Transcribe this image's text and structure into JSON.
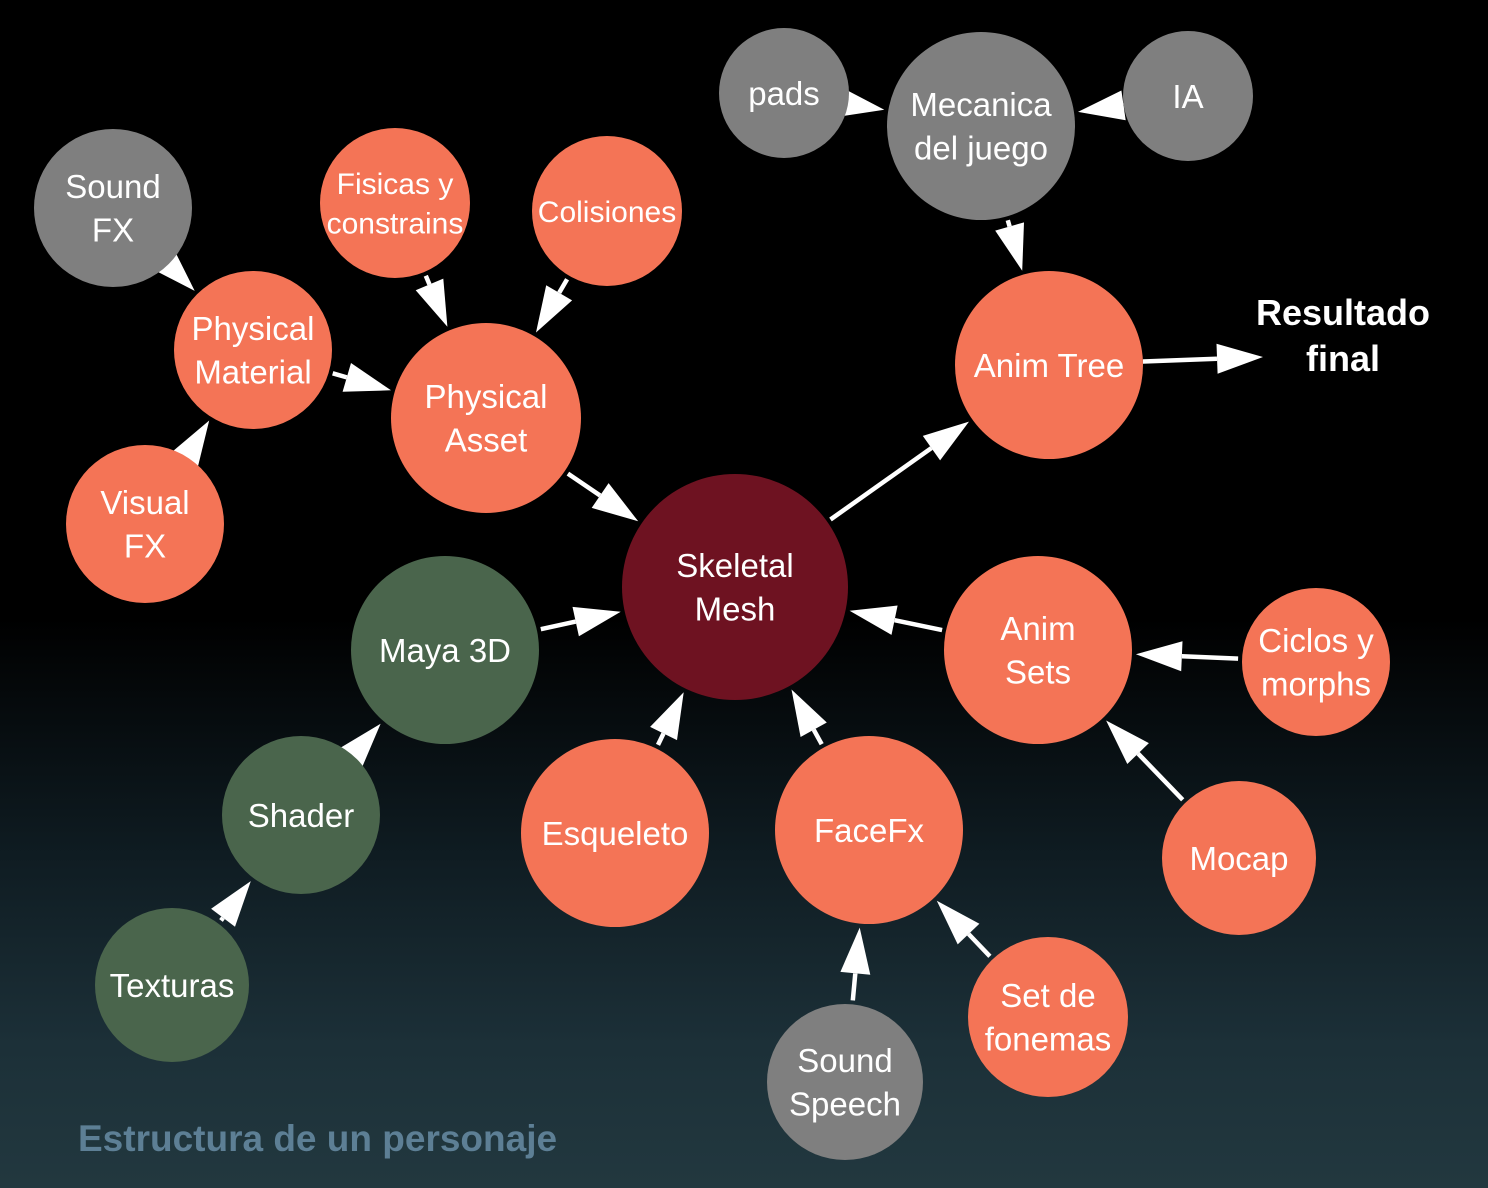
{
  "caption": "Estructura de un personaje",
  "colors": {
    "core": "#6e1221",
    "orange": "#f47456",
    "gray": "#7f7f7f",
    "green": "#4a654c",
    "arrow": "#ffffff",
    "caption": "#5d7f95"
  },
  "nodes": [
    {
      "id": "skeletal-mesh",
      "lines": [
        "Skeletal",
        "Mesh"
      ],
      "group": "core"
    },
    {
      "id": "physical-asset",
      "lines": [
        "Physical",
        "Asset"
      ],
      "group": "orange"
    },
    {
      "id": "physical-material",
      "lines": [
        "Physical",
        "Material"
      ],
      "group": "orange"
    },
    {
      "id": "sound-fx",
      "lines": [
        "Sound",
        "FX"
      ],
      "group": "gray"
    },
    {
      "id": "visual-fx",
      "lines": [
        "Visual",
        "FX"
      ],
      "group": "orange"
    },
    {
      "id": "fisicas-constrains",
      "lines": [
        "Fisicas y",
        "constrains"
      ],
      "group": "orange"
    },
    {
      "id": "colisiones",
      "lines": [
        "Colisiones"
      ],
      "group": "orange"
    },
    {
      "id": "mecanica-juego",
      "lines": [
        "Mecanica",
        "del juego"
      ],
      "group": "gray"
    },
    {
      "id": "pads",
      "lines": [
        "pads"
      ],
      "group": "gray"
    },
    {
      "id": "ia",
      "lines": [
        "IA"
      ],
      "group": "gray"
    },
    {
      "id": "anim-tree",
      "lines": [
        "Anim Tree"
      ],
      "group": "orange"
    },
    {
      "id": "anim-sets",
      "lines": [
        "Anim",
        "Sets"
      ],
      "group": "orange"
    },
    {
      "id": "ciclos-morphs",
      "lines": [
        "Ciclos y",
        "morphs"
      ],
      "group": "orange"
    },
    {
      "id": "mocap",
      "lines": [
        "Mocap"
      ],
      "group": "orange"
    },
    {
      "id": "maya-3d",
      "lines": [
        "Maya 3D"
      ],
      "group": "green"
    },
    {
      "id": "shader",
      "lines": [
        "Shader"
      ],
      "group": "green"
    },
    {
      "id": "texturas",
      "lines": [
        "Texturas"
      ],
      "group": "green"
    },
    {
      "id": "esqueleto",
      "lines": [
        "Esqueleto"
      ],
      "group": "orange"
    },
    {
      "id": "facefx",
      "lines": [
        "FaceFx"
      ],
      "group": "orange"
    },
    {
      "id": "sound-speech",
      "lines": [
        "Sound",
        "Speech"
      ],
      "group": "gray"
    },
    {
      "id": "set-fonemas",
      "lines": [
        "Set de",
        "fonemas"
      ],
      "group": "orange"
    }
  ],
  "outcome": {
    "id": "resultado-final",
    "lines": [
      "Resultado",
      "final"
    ]
  },
  "edges": [
    [
      "sound-fx",
      "physical-material"
    ],
    [
      "visual-fx",
      "physical-material"
    ],
    [
      "physical-material",
      "physical-asset"
    ],
    [
      "fisicas-constrains",
      "physical-asset"
    ],
    [
      "colisiones",
      "physical-asset"
    ],
    [
      "physical-asset",
      "skeletal-mesh"
    ],
    [
      "pads",
      "mecanica-juego"
    ],
    [
      "ia",
      "mecanica-juego"
    ],
    [
      "mecanica-juego",
      "anim-tree"
    ],
    [
      "skeletal-mesh",
      "anim-tree"
    ],
    [
      "anim-tree",
      "resultado-final"
    ],
    [
      "anim-sets",
      "skeletal-mesh"
    ],
    [
      "ciclos-morphs",
      "anim-sets"
    ],
    [
      "mocap",
      "anim-sets"
    ],
    [
      "maya-3d",
      "skeletal-mesh"
    ],
    [
      "shader",
      "maya-3d"
    ],
    [
      "texturas",
      "shader"
    ],
    [
      "esqueleto",
      "skeletal-mesh"
    ],
    [
      "facefx",
      "skeletal-mesh"
    ],
    [
      "sound-speech",
      "facefx"
    ],
    [
      "set-fonemas",
      "facefx"
    ]
  ]
}
